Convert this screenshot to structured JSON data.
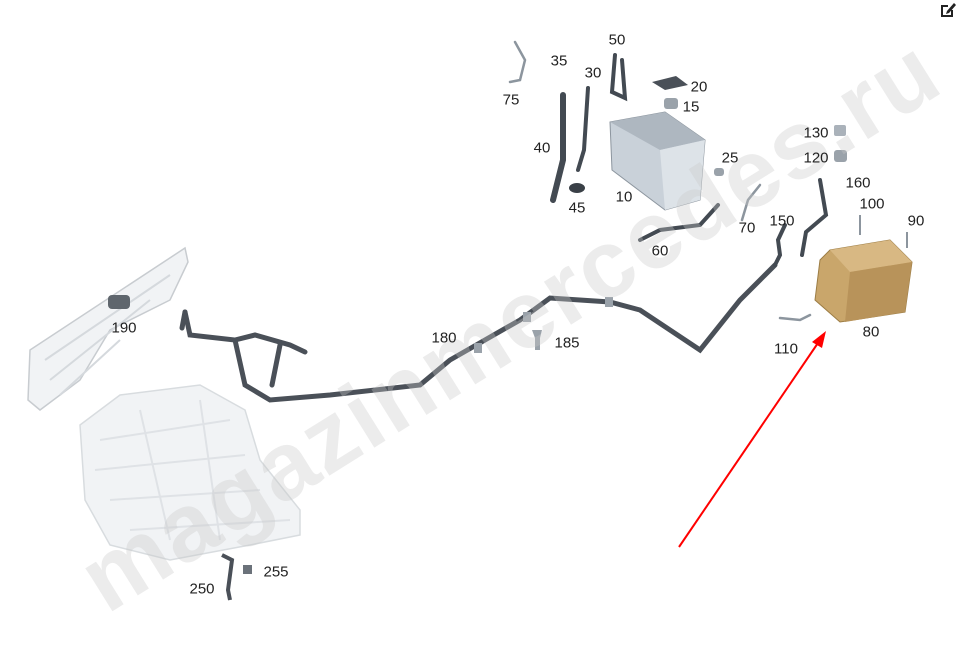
{
  "watermark": "magazinmercedes.ru",
  "toolbar": {
    "edit_icon": "edit-icon"
  },
  "arrow_color": "#ff0000",
  "callouts": [
    {
      "id": "75",
      "label": "75"
    },
    {
      "id": "35",
      "label": "35"
    },
    {
      "id": "30",
      "label": "30"
    },
    {
      "id": "50",
      "label": "50"
    },
    {
      "id": "20",
      "label": "20"
    },
    {
      "id": "15",
      "label": "15"
    },
    {
      "id": "40",
      "label": "40"
    },
    {
      "id": "45",
      "label": "45"
    },
    {
      "id": "10",
      "label": "10"
    },
    {
      "id": "25",
      "label": "25"
    },
    {
      "id": "130",
      "label": "130"
    },
    {
      "id": "120",
      "label": "120"
    },
    {
      "id": "160",
      "label": "160"
    },
    {
      "id": "100",
      "label": "100"
    },
    {
      "id": "90",
      "label": "90"
    },
    {
      "id": "150",
      "label": "150"
    },
    {
      "id": "70",
      "label": "70"
    },
    {
      "id": "60",
      "label": "60"
    },
    {
      "id": "80",
      "label": "80"
    },
    {
      "id": "110",
      "label": "110"
    },
    {
      "id": "180",
      "label": "180"
    },
    {
      "id": "185",
      "label": "185"
    },
    {
      "id": "190",
      "label": "190"
    },
    {
      "id": "250",
      "label": "250"
    },
    {
      "id": "255",
      "label": "255"
    }
  ]
}
